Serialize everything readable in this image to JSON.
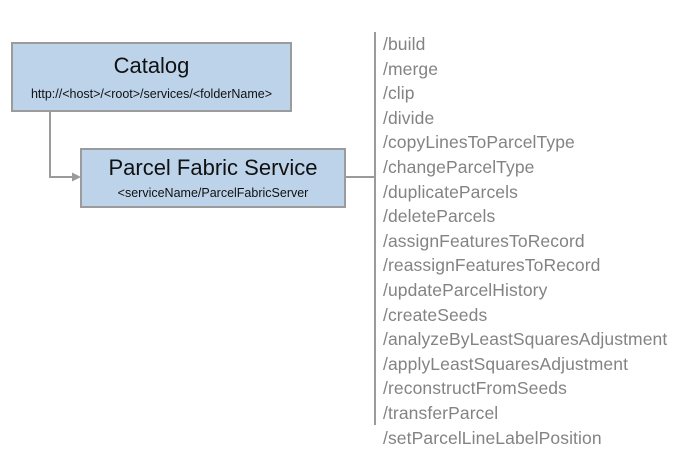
{
  "diagram": {
    "colors": {
      "node_fill": "#bdd3ea",
      "node_border": "#9b9b9b",
      "connector": "#9b9b9b",
      "divider": "#9b9b9b",
      "operation_text": "#838383",
      "node_text": "#111111",
      "background": "#ffffff"
    },
    "nodes": [
      {
        "id": "catalog",
        "title": "Catalog",
        "subtitle": "http://<host>/<root>/services/<folderName>"
      },
      {
        "id": "parcel-fabric-service",
        "title": "Parcel Fabric Service",
        "subtitle": "<serviceName/ParcelFabricServer"
      }
    ],
    "operations": [
      "/build",
      "/merge",
      "/clip",
      "/divide",
      "/copyLinesToParcelType",
      "/changeParcelType",
      "/duplicateParcels",
      "/deleteParcels",
      "/assignFeaturesToRecord",
      "/reassignFeaturesToRecord",
      "/updateParcelHistory",
      "/createSeeds",
      "/analyzeByLeastSquaresAdjustment",
      "/applyLeastSquaresAdjustment",
      "/reconstructFromSeeds",
      "/transferParcel",
      "/setParcelLineLabelPosition"
    ]
  }
}
